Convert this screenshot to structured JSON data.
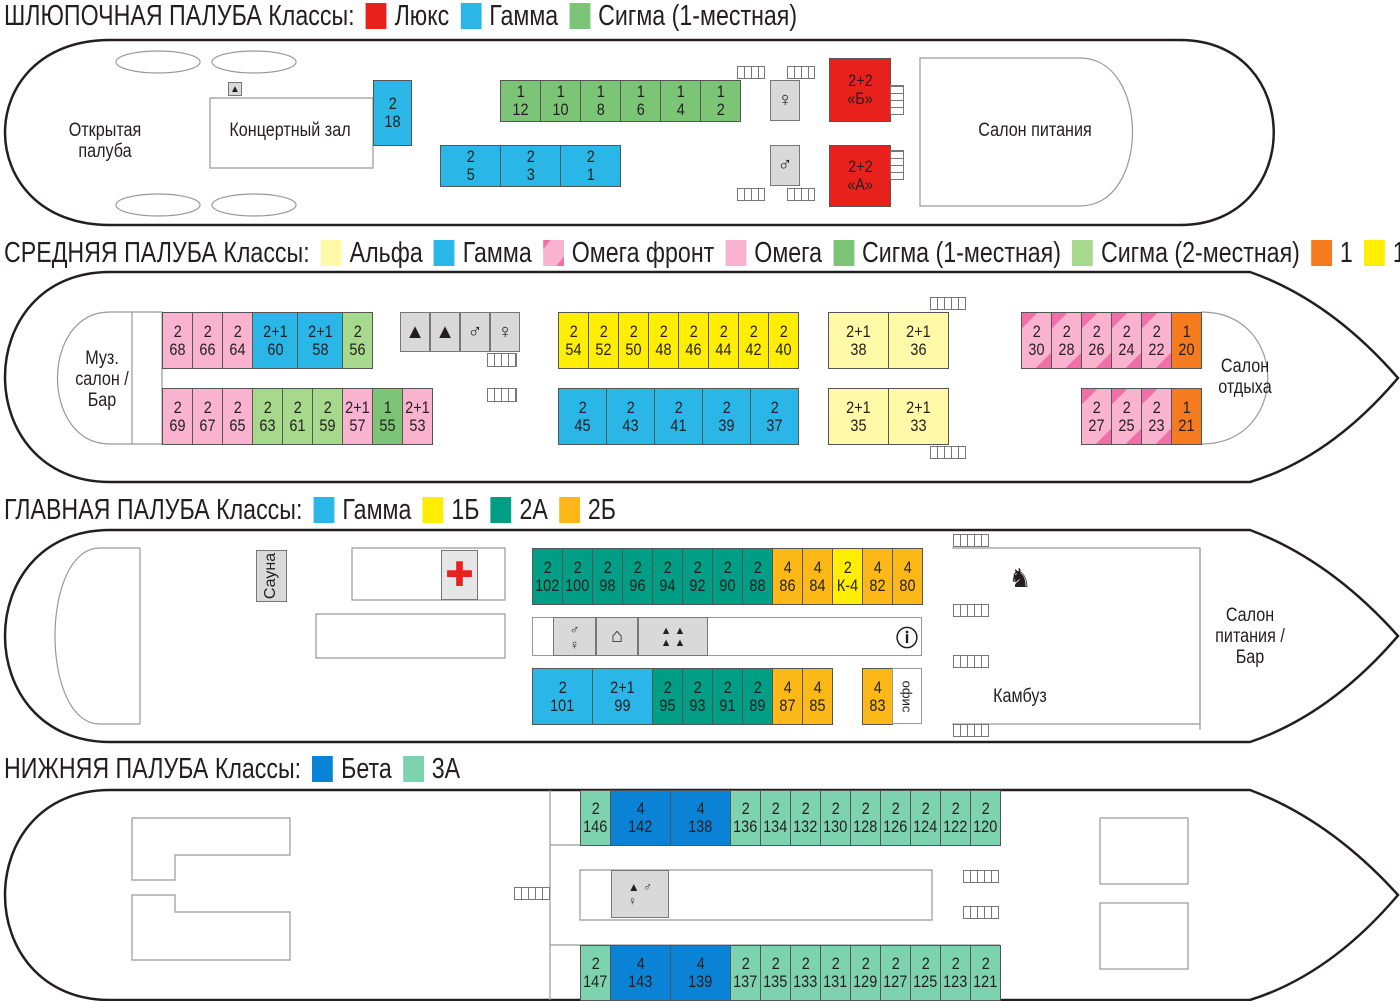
{
  "classes": {
    "lux": {
      "name": "Люкс",
      "color": "#e8211d"
    },
    "gamma": {
      "name": "Гамма",
      "color": "#2bb6e8"
    },
    "sigma1": {
      "name": "Сигма (1-местная)",
      "color": "#7cc576"
    },
    "alpha": {
      "name": "Альфа",
      "color": "#fff9a8"
    },
    "omegaf": {
      "name": "Омега фронт",
      "color": "#f9b3cf"
    },
    "omega": {
      "name": "Омега",
      "color": "#f9b3cf"
    },
    "sigma2": {
      "name": "Сигма (2-местная)",
      "color": "#a6d98b"
    },
    "one": {
      "name": "1",
      "color": "#f47b20"
    },
    "b1": {
      "name": "1Б",
      "color": "#ffee00"
    },
    "a2": {
      "name": "2А",
      "color": "#009e84"
    },
    "b2": {
      "name": "2Б",
      "color": "#fbb817"
    },
    "beta": {
      "name": "Бета",
      "color": "#0a83d6"
    },
    "a3": {
      "name": "3А",
      "color": "#7dd3b0"
    }
  },
  "decks": [
    {
      "title": "ШЛЮПОЧНАЯ ПАЛУБА Классы:",
      "legend": [
        "lux",
        "gamma",
        "sigma1"
      ],
      "labels": [
        "Открытая палуба",
        "Концертный зал",
        "Салон питания"
      ],
      "rows": [
        [
          [
            "2",
            "18",
            "gamma"
          ],
          [
            "1",
            "12",
            "sigma1"
          ],
          [
            "1",
            "10",
            "sigma1"
          ],
          [
            "1",
            "8",
            "sigma1"
          ],
          [
            "1",
            "6",
            "sigma1"
          ],
          [
            "1",
            "4",
            "sigma1"
          ],
          [
            "1",
            "2",
            "sigma1"
          ],
          [
            "2+2",
            "«Б»",
            "lux"
          ]
        ],
        [
          [
            "2",
            "5",
            "gamma"
          ],
          [
            "2",
            "3",
            "gamma"
          ],
          [
            "2",
            "1",
            "gamma"
          ],
          [
            "2+2",
            "«А»",
            "lux"
          ]
        ]
      ]
    },
    {
      "title": "СРЕДНЯЯ ПАЛУБА Классы:",
      "legend": [
        "alpha",
        "gamma",
        "omegaf",
        "omega",
        "sigma1",
        "sigma2",
        "one",
        "b1"
      ],
      "labels": [
        "Муз. салон / Бар",
        "Салон отдыха"
      ],
      "rows": [
        [
          [
            "2",
            "68",
            "omega"
          ],
          [
            "2",
            "66",
            "omega"
          ],
          [
            "2",
            "64",
            "omega"
          ],
          [
            "2+1",
            "60",
            "gamma"
          ],
          [
            "2+1",
            "58",
            "gamma"
          ],
          [
            "2",
            "56",
            "sigma2"
          ],
          [
            "2",
            "54",
            "b1"
          ],
          [
            "2",
            "52",
            "b1"
          ],
          [
            "2",
            "50",
            "b1"
          ],
          [
            "2",
            "48",
            "b1"
          ],
          [
            "2",
            "46",
            "b1"
          ],
          [
            "2",
            "44",
            "b1"
          ],
          [
            "2",
            "42",
            "b1"
          ],
          [
            "2",
            "40",
            "b1"
          ],
          [
            "2+1",
            "38",
            "alpha"
          ],
          [
            "2+1",
            "36",
            "alpha"
          ],
          [
            "2",
            "30",
            "omegaf"
          ],
          [
            "2",
            "28",
            "omegaf"
          ],
          [
            "2",
            "26",
            "omegaf"
          ],
          [
            "2",
            "24",
            "omegaf"
          ],
          [
            "2",
            "22",
            "omegaf"
          ],
          [
            "1",
            "20",
            "one"
          ]
        ],
        [
          [
            "2",
            "69",
            "omega"
          ],
          [
            "2",
            "67",
            "omega"
          ],
          [
            "2",
            "65",
            "omega"
          ],
          [
            "2",
            "63",
            "sigma2"
          ],
          [
            "2",
            "61",
            "sigma2"
          ],
          [
            "2",
            "59",
            "sigma2"
          ],
          [
            "2+1",
            "57",
            "omega"
          ],
          [
            "1",
            "55",
            "sigma1"
          ],
          [
            "2+1",
            "53",
            "omega"
          ],
          [
            "2",
            "45",
            "gamma"
          ],
          [
            "2",
            "43",
            "gamma"
          ],
          [
            "2",
            "41",
            "gamma"
          ],
          [
            "2",
            "39",
            "gamma"
          ],
          [
            "2",
            "37",
            "gamma"
          ],
          [
            "2+1",
            "35",
            "alpha"
          ],
          [
            "2+1",
            "33",
            "alpha"
          ],
          [
            "2",
            "27",
            "omegaf"
          ],
          [
            "2",
            "25",
            "omegaf"
          ],
          [
            "2",
            "23",
            "omegaf"
          ],
          [
            "1",
            "21",
            "one"
          ]
        ]
      ]
    },
    {
      "title": "ГЛАВНАЯ ПАЛУБА Классы:",
      "legend": [
        "gamma",
        "b1",
        "a2",
        "b2"
      ],
      "labels": [
        "Сауна",
        "Салон питания / Бар",
        "Камбуз",
        "офис"
      ],
      "rows": [
        [
          [
            "2",
            "102",
            "a2"
          ],
          [
            "2",
            "100",
            "a2"
          ],
          [
            "2",
            "98",
            "a2"
          ],
          [
            "2",
            "96",
            "a2"
          ],
          [
            "2",
            "94",
            "a2"
          ],
          [
            "2",
            "92",
            "a2"
          ],
          [
            "2",
            "90",
            "a2"
          ],
          [
            "2",
            "88",
            "a2"
          ],
          [
            "4",
            "86",
            "b2"
          ],
          [
            "4",
            "84",
            "b2"
          ],
          [
            "2",
            "К-4",
            "b1"
          ],
          [
            "4",
            "82",
            "b2"
          ],
          [
            "4",
            "80",
            "b2"
          ]
        ],
        [
          [
            "2",
            "101",
            "gamma"
          ],
          [
            "2+1",
            "99",
            "gamma"
          ],
          [
            "2",
            "95",
            "a2"
          ],
          [
            "2",
            "93",
            "a2"
          ],
          [
            "2",
            "91",
            "a2"
          ],
          [
            "2",
            "89",
            "a2"
          ],
          [
            "4",
            "87",
            "b2"
          ],
          [
            "4",
            "85",
            "b2"
          ],
          [
            "4",
            "83",
            "b2"
          ]
        ]
      ]
    },
    {
      "title": "НИЖНЯЯ ПАЛУБА Классы:",
      "legend": [
        "beta",
        "a3"
      ],
      "labels": [],
      "rows": [
        [
          [
            "2",
            "146",
            "a3"
          ],
          [
            "4",
            "142",
            "beta"
          ],
          [
            "4",
            "138",
            "beta"
          ],
          [
            "2",
            "136",
            "a3"
          ],
          [
            "2",
            "134",
            "a3"
          ],
          [
            "2",
            "132",
            "a3"
          ],
          [
            "2",
            "130",
            "a3"
          ],
          [
            "2",
            "128",
            "a3"
          ],
          [
            "2",
            "126",
            "a3"
          ],
          [
            "2",
            "124",
            "a3"
          ],
          [
            "2",
            "122",
            "a3"
          ],
          [
            "2",
            "120",
            "a3"
          ]
        ],
        [
          [
            "2",
            "147",
            "a3"
          ],
          [
            "4",
            "143",
            "beta"
          ],
          [
            "4",
            "139",
            "beta"
          ],
          [
            "2",
            "137",
            "a3"
          ],
          [
            "2",
            "135",
            "a3"
          ],
          [
            "2",
            "133",
            "a3"
          ],
          [
            "2",
            "131",
            "a3"
          ],
          [
            "2",
            "129",
            "a3"
          ],
          [
            "2",
            "127",
            "a3"
          ],
          [
            "2",
            "125",
            "a3"
          ],
          [
            "2",
            "123",
            "a3"
          ],
          [
            "2",
            "121",
            "a3"
          ]
        ]
      ]
    }
  ]
}
